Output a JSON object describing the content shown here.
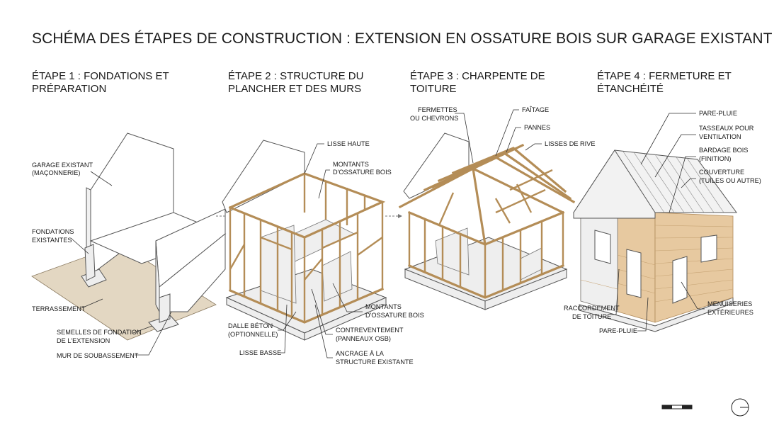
{
  "title": "SCHÉMA DES ÉTAPES DE CONSTRUCTION : EXTENSION EN OSSATURE BOIS SUR GARAGE EXISTANT",
  "stages": [
    {
      "title": "ÉTAPE 1 : FONDATIONS ET PRÉPARATION",
      "labels": {
        "garage_1": "GARAGE EXISTANT",
        "garage_2": "(MAÇONNERIE)",
        "fond_1": "FONDATIONS",
        "fond_2": "EXISTANTES",
        "terr": "TERRASSEMENT",
        "sem_1": "SEMELLES DE FONDATION",
        "sem_2": "DE L'EXTENSION",
        "mur": "MUR DE SOUBASSEMENT"
      }
    },
    {
      "title": "ÉTAPE 2 : STRUCTURE DU PLANCHER ET DES MURS",
      "labels": {
        "lisse_haute": "LISSE HAUTE",
        "montants_1": "MONTANTS",
        "montants_2": "D'OSSATURE BOIS",
        "montants_b1": "MONTANTS",
        "montants_b2": "D'OSSATURE BOIS",
        "dalle_1": "DALLE BÉTON",
        "dalle_2": "(OPTIONNELLE)",
        "contrev_1": "CONTREVENTEMENT",
        "contrev_2": "(PANNEAUX OSB)",
        "lisse_basse": "LISSE BASSE",
        "ancrage_1": "ANCRAGE À LA",
        "ancrage_2": "STRUCTURE EXISTANTE"
      }
    },
    {
      "title": "ÉTAPE 3 : CHARPENTE DE TOITURE",
      "labels": {
        "fermettes_1": "FERMETTES",
        "fermettes_2": "OU CHEVRONS",
        "faitage": "FAÎTAGE",
        "pannes": "PANNES",
        "lisses_rive": "LISSES DE RIVE"
      }
    },
    {
      "title": "ÉTAPE 4 : FERMETURE ET ÉTANCHÉITÉ",
      "labels": {
        "pare_pluie": "PARE-PLUIE",
        "tasseaux_1": "TASSEAUX POUR",
        "tasseaux_2": "VENTILATION",
        "bardage_1": "BARDAGE BOIS",
        "bardage_2": "(FINITION)",
        "couverture_1": "COUVERTURE",
        "couverture_2": "(TUILES OU AUTRE)",
        "raccord_1": "RACCORDEMENT",
        "raccord_2": "DE TOITURE",
        "menuiseries_1": "MENUISERIES",
        "menuiseries_2": "EXTÉRIEURES",
        "pare_pluie_b": "PARE-PLUIE"
      }
    }
  ],
  "colors": {
    "wood": "#e9d0a2",
    "ground": "#e3d7c2",
    "cladding": "#e7c9a0"
  }
}
